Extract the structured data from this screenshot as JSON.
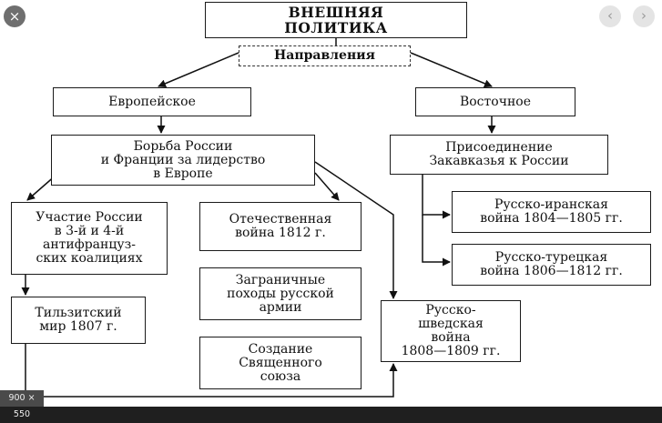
{
  "viewer": {
    "close_icon": "×",
    "prev_icon": "‹",
    "next_icon": "›",
    "size_label": "900 × 550"
  },
  "diagram": {
    "title": "ВНЕШНЯЯ\nПОЛИТИКА",
    "directions": "Направления",
    "european": "Европейское",
    "eastern": "Восточное",
    "struggle": "Борьба России\nи Франции за лидерство\nв Европе",
    "coalitions": "Участие России\nв 3-й и 4-й\nантифранцуз-\nских коалициях",
    "tilsit": "Тильзитский\nмир 1807 г.",
    "patriotic_war": "Отечественная\nвойна 1812 г.",
    "campaigns": "Заграничные\nпоходы русской\nармии",
    "holy_alliance": "Создание\nСвященного\nсоюза",
    "swedish_war": "Русско-\nшведская\nвойна\n1808—1809 гг.",
    "transcaucasia": "Присоединение\nЗакавказья к России",
    "iran_war": "Русско-иранская\nвойна 1804—1805 гг.",
    "turkish_war": "Русско-турецкая\nвойна 1806—1812 гг."
  }
}
